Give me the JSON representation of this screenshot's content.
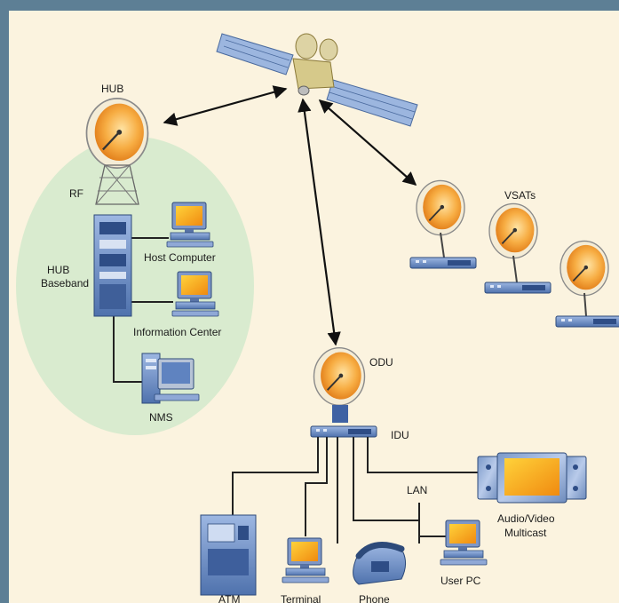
{
  "labels": {
    "hub": "HUB",
    "rf": "RF",
    "hub_baseband_line1": "HUB",
    "hub_baseband_line2": "Baseband",
    "host_computer": "Host Computer",
    "information_center": "Information Center",
    "nms": "NMS",
    "vsats": "VSATs",
    "odu": "ODU",
    "idu": "IDU",
    "lan": "LAN",
    "audio_video_line1": "Audio/Video",
    "audio_video_line2": "Multicast",
    "user_pc": "User PC",
    "atm": "ATM",
    "terminal": "Terminal",
    "phone": "Phone"
  },
  "colors": {
    "background": "#fbf3df",
    "frame": "#5d7f95",
    "hub_zone": "#d9ebcf",
    "dish_orange": "#f29a2b",
    "device_blue": "#6d90c9",
    "line": "#1a1a1a"
  }
}
